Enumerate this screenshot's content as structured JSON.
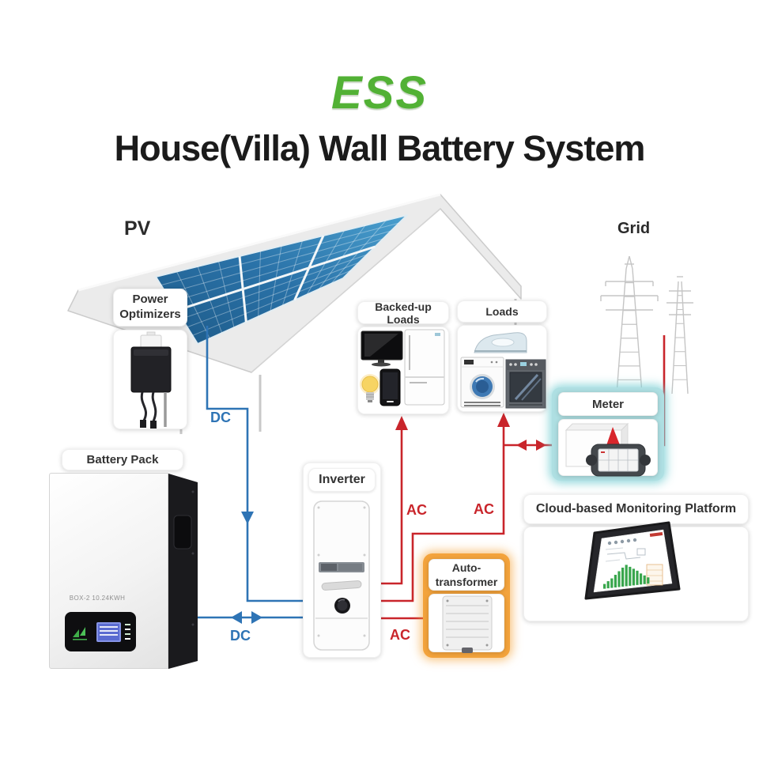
{
  "header": {
    "brand": "ESS",
    "title": "House(Villa) Wall Battery System"
  },
  "scene_labels": {
    "pv": "PV",
    "grid": "Grid"
  },
  "flow_labels": {
    "dc_roof": "DC",
    "dc_battery": "DC",
    "ac_backup": "AC",
    "ac_loads": "AC",
    "ac_transformer": "AC"
  },
  "components": {
    "power_optimizers": {
      "label": "Power Optimizers"
    },
    "battery_pack": {
      "label": "Battery Pack",
      "model": "BOX-2 10.24KWH"
    },
    "inverter": {
      "label": "Inverter"
    },
    "auto_transformer": {
      "label": "Auto-transformer"
    },
    "backed_up_loads": {
      "label": "Backed-up Loads",
      "icons": [
        "tv",
        "refrigerator",
        "light-bulb",
        "smartphone"
      ]
    },
    "loads": {
      "label": "Loads",
      "icons": [
        "iron",
        "washing-machine",
        "oven"
      ]
    },
    "meter": {
      "label": "Meter"
    },
    "monitoring": {
      "label": "Cloud-based Monitoring Platform"
    }
  },
  "colors": {
    "brand_green": "#52b135",
    "dc_blue": "#2e74b5",
    "ac_red": "#c9252b",
    "meter_teal": "#7ed0d5",
    "transformer_orange": "#f3a33c",
    "panel_blue": "#2a72a8",
    "chart_bar_green": "#38a64c"
  }
}
